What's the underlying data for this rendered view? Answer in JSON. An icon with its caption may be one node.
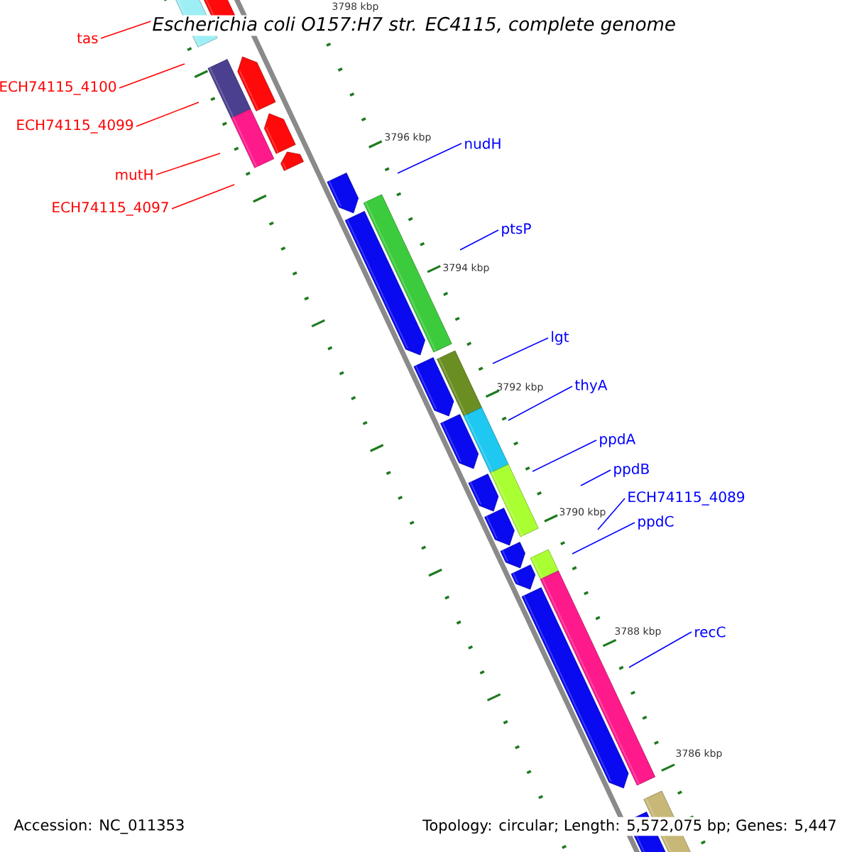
{
  "diagram": {
    "title": "Escherichia coli O157:H7 str. EC4115, complete genome",
    "nodes": [
      {
        "text": [
          "tas"
        ]
      },
      {
        "text": [
          "ECH74115_4100"
        ]
      },
      {
        "text": [
          "ECH74115_4099"
        ]
      },
      {
        "text": [
          "mutH"
        ]
      },
      {
        "text": [
          "ECH74115_4097"
        ]
      },
      {
        "text": [
          "nudH"
        ]
      },
      {
        "text": [
          "ptsP"
        ]
      },
      {
        "text": [
          "lgt"
        ]
      },
      {
        "text": [
          "thyA"
        ]
      },
      {
        "text": [
          "ppdA"
        ]
      },
      {
        "text": [
          "ppdB"
        ]
      },
      {
        "text": [
          "ECH74115_4089"
        ]
      },
      {
        "text": [
          "ppdC"
        ]
      },
      {
        "text": [
          "recC"
        ]
      }
    ],
    "edges": [
      {
        "from": 0,
        "to": null,
        "arrow": "none",
        "color": "#ff0000"
      },
      {
        "from": 1,
        "to": null,
        "arrow": "none",
        "color": "#ff0000"
      },
      {
        "from": 2,
        "to": null,
        "arrow": "none",
        "color": "#ff0000"
      },
      {
        "from": 3,
        "to": null,
        "arrow": "none",
        "color": "#ff0000"
      },
      {
        "from": 4,
        "to": null,
        "arrow": "none",
        "color": "#ff0000"
      },
      {
        "from": 5,
        "to": null,
        "arrow": "none"
      },
      {
        "from": 6,
        "to": null,
        "arrow": "none"
      },
      {
        "from": 7,
        "to": null,
        "arrow": "none"
      },
      {
        "from": 8,
        "to": null,
        "arrow": "none"
      },
      {
        "from": 9,
        "to": null,
        "arrow": "none"
      },
      {
        "from": 10,
        "to": null,
        "arrow": "none"
      },
      {
        "from": 11,
        "to": null,
        "arrow": "none"
      },
      {
        "from": 12,
        "to": null,
        "arrow": "none"
      },
      {
        "from": 13,
        "to": null,
        "arrow": "none"
      }
    ],
    "labels": [
      "3798 kbp",
      "3796 kbp",
      "3794 kbp",
      "3792 kbp",
      "3790 kbp",
      "3788 kbp",
      "3786 kbp",
      "Accession: NC_011353",
      "Topology: circular; Length: 5,572,075 bp; Genes: 5,447"
    ]
  }
}
